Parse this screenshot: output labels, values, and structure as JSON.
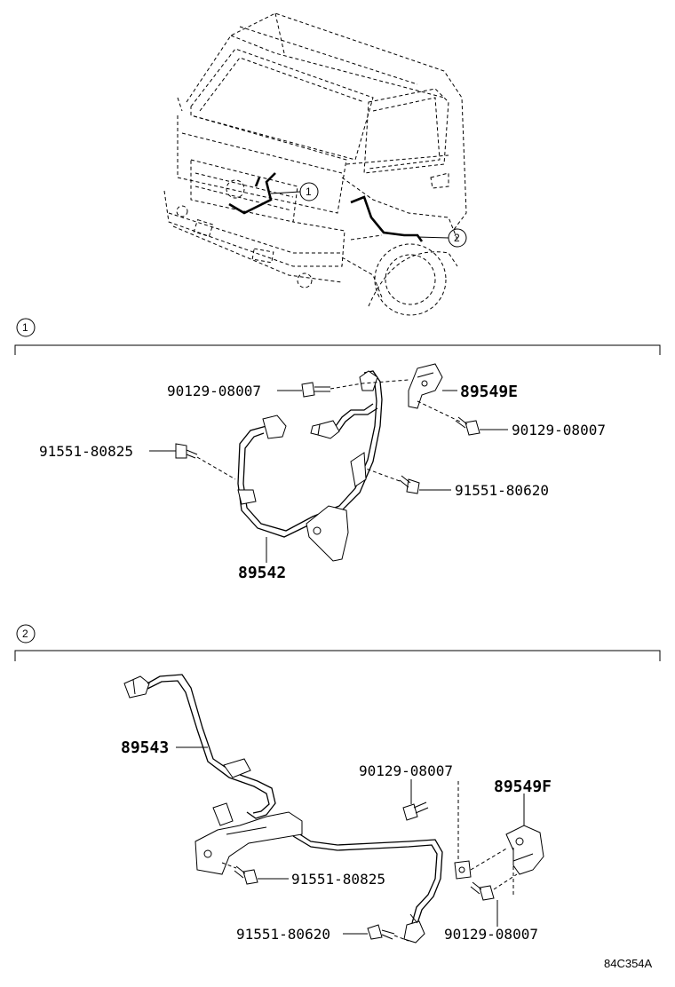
{
  "diagram": {
    "drawing_code": "84C354A",
    "overview": {
      "callouts": [
        {
          "id": "1"
        },
        {
          "id": "2"
        }
      ]
    },
    "section1": {
      "badge": "1",
      "parts": {
        "p_90129_top": "90129-08007",
        "p_89549E": "89549E",
        "p_90129_right": "90129-08007",
        "p_91551_80825": "91551-80825",
        "p_91551_80620": "91551-80620",
        "p_89542": "89542"
      }
    },
    "section2": {
      "badge": "2",
      "parts": {
        "p_89543": "89543",
        "p_90129_top": "90129-08007",
        "p_89549F": "89549F",
        "p_91551_80825": "91551-80825",
        "p_91551_80620": "91551-80620",
        "p_90129_bottom": "90129-08007"
      }
    }
  }
}
